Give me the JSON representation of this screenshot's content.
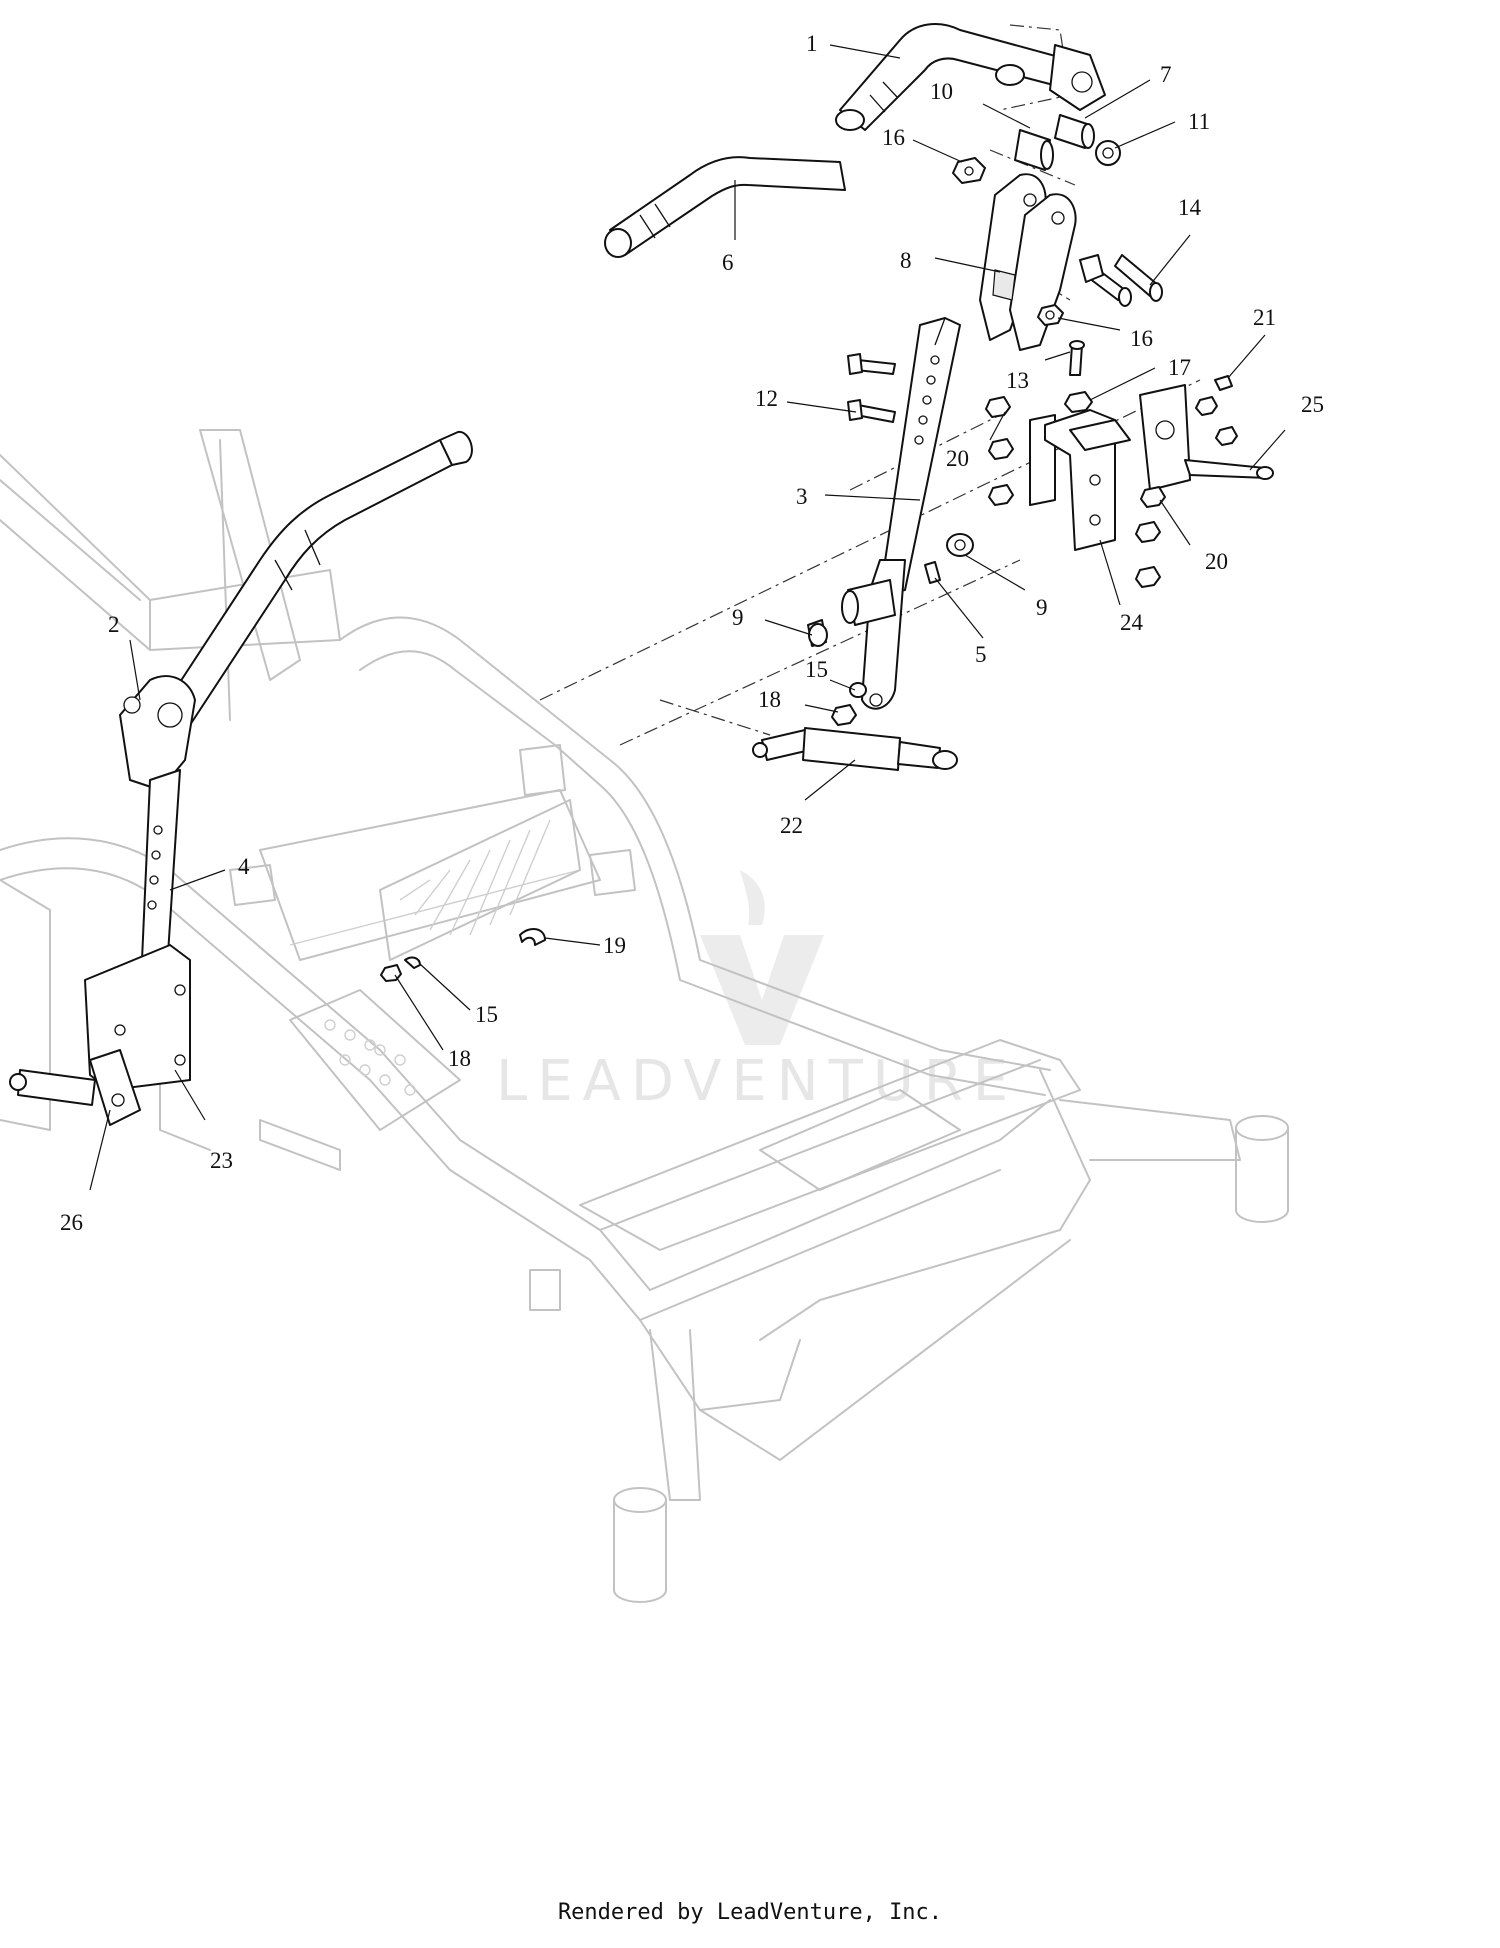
{
  "diagram": {
    "callouts": [
      {
        "id": "c1",
        "label": "1"
      },
      {
        "id": "c2",
        "label": "2"
      },
      {
        "id": "c3",
        "label": "3"
      },
      {
        "id": "c4",
        "label": "4"
      },
      {
        "id": "c5",
        "label": "5"
      },
      {
        "id": "c6",
        "label": "6"
      },
      {
        "id": "c7",
        "label": "7"
      },
      {
        "id": "c8",
        "label": "8"
      },
      {
        "id": "c9a",
        "label": "9"
      },
      {
        "id": "c9b",
        "label": "9"
      },
      {
        "id": "c10",
        "label": "10"
      },
      {
        "id": "c11",
        "label": "11"
      },
      {
        "id": "c12",
        "label": "12"
      },
      {
        "id": "c13",
        "label": "13"
      },
      {
        "id": "c14",
        "label": "14"
      },
      {
        "id": "c15a",
        "label": "15"
      },
      {
        "id": "c15b",
        "label": "15"
      },
      {
        "id": "c16a",
        "label": "16"
      },
      {
        "id": "c16b",
        "label": "16"
      },
      {
        "id": "c17",
        "label": "17"
      },
      {
        "id": "c18a",
        "label": "18"
      },
      {
        "id": "c18b",
        "label": "18"
      },
      {
        "id": "c19",
        "label": "19"
      },
      {
        "id": "c20a",
        "label": "20"
      },
      {
        "id": "c20b",
        "label": "20"
      },
      {
        "id": "c21",
        "label": "21"
      },
      {
        "id": "c22",
        "label": "22"
      },
      {
        "id": "c23",
        "label": "23"
      },
      {
        "id": "c24",
        "label": "24"
      },
      {
        "id": "c25",
        "label": "25"
      },
      {
        "id": "c26",
        "label": "26"
      }
    ],
    "watermark": "LEADVENTURE"
  },
  "footer": {
    "text": "Rendered by LeadVenture, Inc."
  }
}
